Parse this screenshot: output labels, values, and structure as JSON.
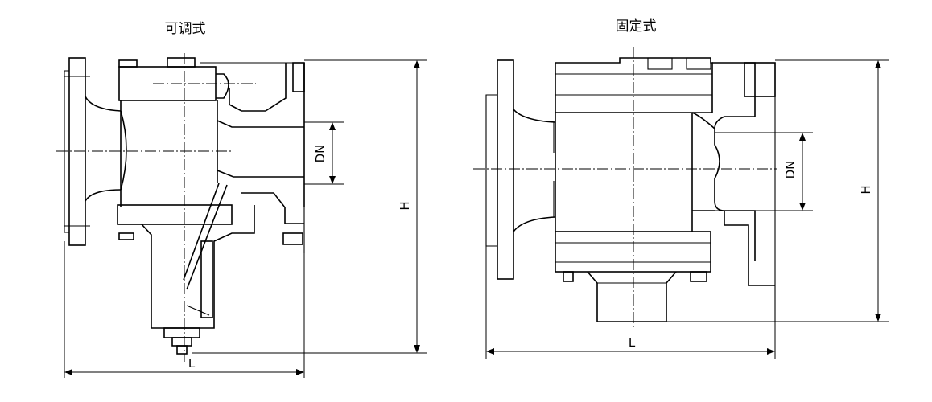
{
  "left_view": {
    "title": "可调式",
    "dims": {
      "dn": "DN",
      "height": "H",
      "length": "L"
    }
  },
  "right_view": {
    "title": "固定式",
    "dims": {
      "dn": "DN",
      "height": "H",
      "length": "L"
    }
  },
  "colors": {
    "line": "#000000",
    "background": "#ffffff"
  }
}
